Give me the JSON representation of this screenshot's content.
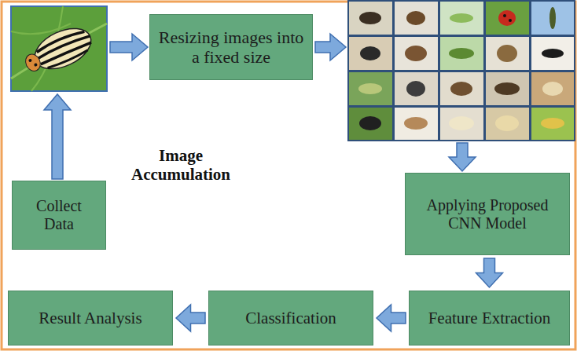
{
  "diagram": {
    "nodes": [
      {
        "text": [
          "Collect Data"
        ]
      },
      {
        "text": [
          "Resizing images into a fixed size"
        ]
      },
      {
        "text": [
          "Applying Proposed CNN Model"
        ]
      },
      {
        "text": [
          "Feature Extraction"
        ]
      },
      {
        "text": [
          "Classification"
        ]
      },
      {
        "text": [
          "Result Analysis"
        ]
      }
    ],
    "edges": [
      {
        "from": 2,
        "to": 3,
        "arrow": "to"
      },
      {
        "from": 3,
        "to": 4,
        "arrow": "to"
      },
      {
        "from": 4,
        "to": 5,
        "arrow": "to"
      }
    ],
    "labels": [
      "Image Accumulation"
    ]
  }
}
